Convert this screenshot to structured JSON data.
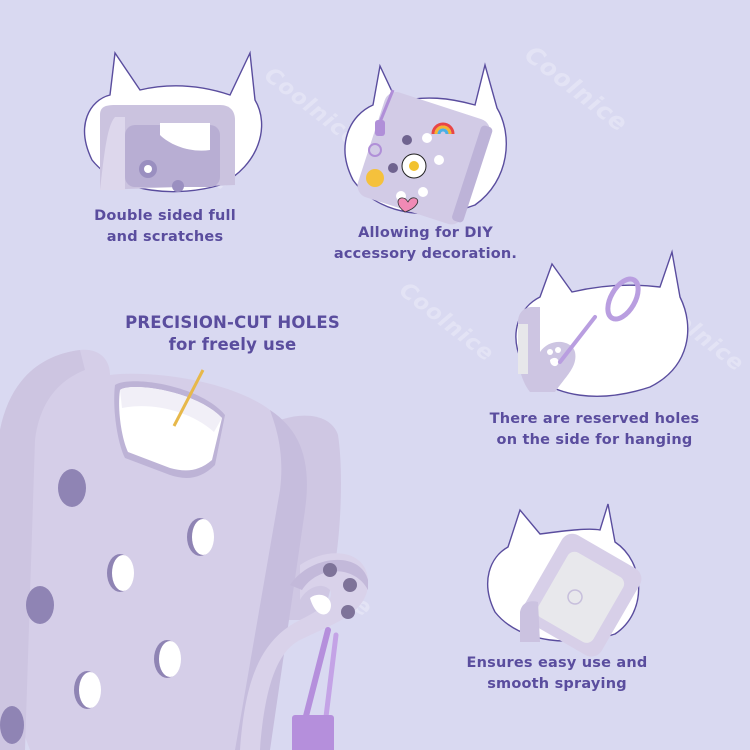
{
  "brand": {
    "watermark_text": "Coolnice",
    "background_color": "#d9d9f1",
    "text_color": "#5a4d9e",
    "product_color": "#d2cbe6",
    "accent_line_color": "#e7b84a"
  },
  "features": [
    {
      "id": "double-sided",
      "caption_line1": "Double sided full",
      "caption_line2": "and scratches",
      "image": "cat-head-badge-case-corner"
    },
    {
      "id": "diy-decoration",
      "caption_line1": "Allowing for DIY",
      "caption_line2": "accessory decoration.",
      "image": "cat-head-badge-case-with-charms"
    },
    {
      "id": "hanging-holes",
      "caption_line1": "There are reserved holes",
      "caption_line2": "on the side for hanging",
      "image": "cat-head-badge-keyring"
    },
    {
      "id": "easy-spraying",
      "caption_line1": "Ensures easy use and",
      "caption_line2": "smooth spraying",
      "image": "cat-head-badge-spray-top"
    }
  ],
  "hero": {
    "title_line1": "PRECISION-CUT HOLES",
    "title_line2": "for freely use",
    "image": "large-purple-case-with-holes-and-paw-hook"
  }
}
